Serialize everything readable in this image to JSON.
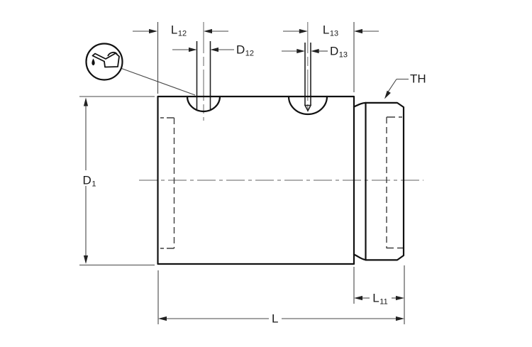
{
  "diagram": {
    "dimensions": {
      "l12": {
        "base": "L",
        "sub": "12"
      },
      "d12": {
        "base": "D",
        "sub": "12"
      },
      "l13": {
        "base": "L",
        "sub": "13"
      },
      "d13": {
        "base": "D",
        "sub": "13"
      },
      "th": {
        "base": "TH",
        "sub": ""
      },
      "d1": {
        "base": "D",
        "sub": "1"
      },
      "l11": {
        "base": "L",
        "sub": "11"
      },
      "l": {
        "base": "L",
        "sub": ""
      }
    },
    "icons": {
      "oil_can": "oil-can-icon"
    },
    "colors": {
      "outline": "#111111",
      "bore_lines": "#222222",
      "dimension_lines": "#474747",
      "arrow": "#222222",
      "hidden_lines": "#3f3f3f",
      "centerline": "#7f7f7f",
      "text": "#1a1a1a",
      "background": "#ffffff"
    }
  }
}
